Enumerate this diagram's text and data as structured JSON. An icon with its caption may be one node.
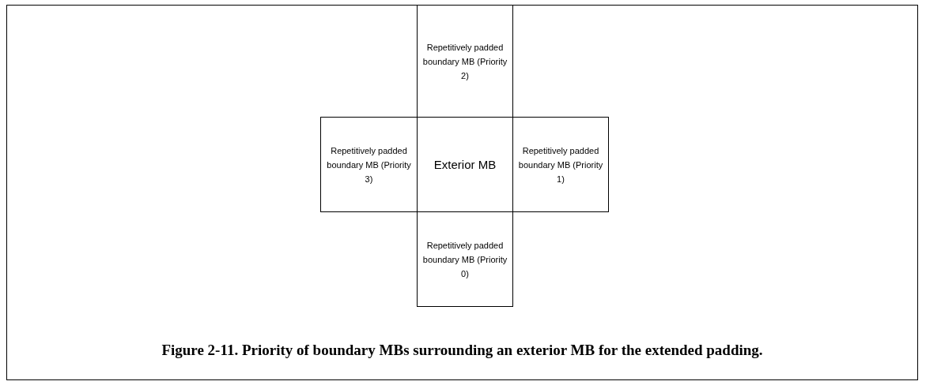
{
  "diagram": {
    "caption": "Figure 2-11. Priority of boundary MBs surrounding an exterior MB for the extended padding.",
    "nodes": [
      {
        "text": [
          "Repetitively padded boundary MB (Priority 2)"
        ]
      },
      {
        "text": [
          "Repetitively padded boundary MB (Priority 3)"
        ]
      },
      {
        "text": [
          "Exterior MB"
        ]
      },
      {
        "text": [
          "Repetitively padded boundary MB (Priority 1)"
        ]
      },
      {
        "text": [
          "Repetitively padded boundary MB (Priority 0)"
        ]
      }
    ],
    "edges": []
  }
}
